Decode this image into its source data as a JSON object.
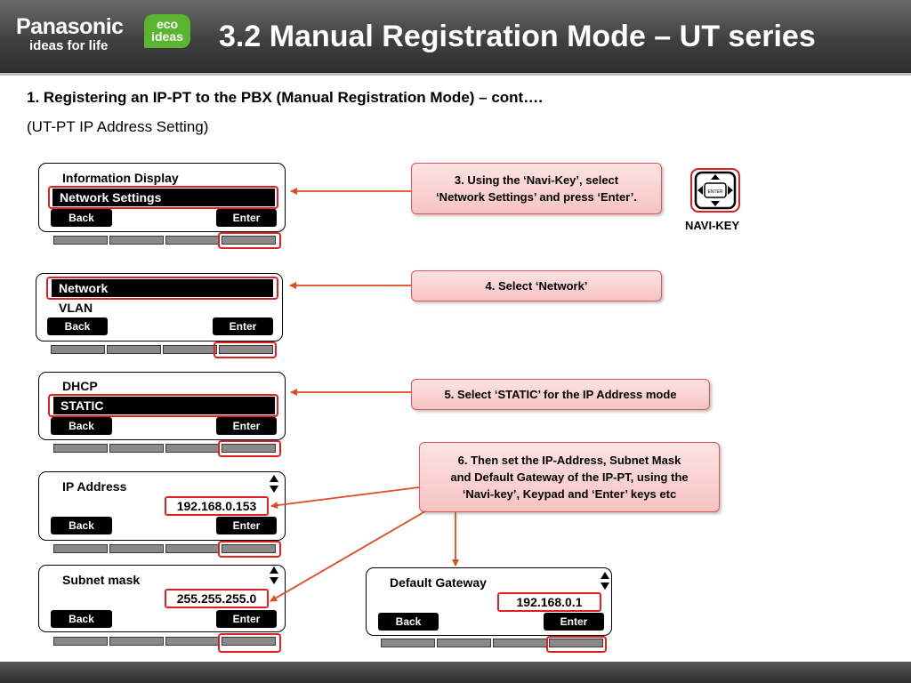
{
  "header": {
    "brand": "Panasonic",
    "tagline": "ideas for life",
    "eco_line1": "eco",
    "eco_line2": "ideas",
    "title": "3.2 Manual Registration Mode – UT series"
  },
  "subtitle": "1. Registering an IP-PT to the PBX (Manual Registration Mode) – cont….",
  "subsubtitle": "(UT-PT IP Address Setting)",
  "screens": {
    "info": {
      "line1": "Information Display",
      "selected": "Network Settings",
      "back": "Back",
      "enter": "Enter"
    },
    "network": {
      "selected": "Network",
      "line2": "VLAN",
      "back": "Back",
      "enter": "Enter"
    },
    "dhcp": {
      "line1": "DHCP",
      "selected": "STATIC",
      "back": "Back",
      "enter": "Enter"
    },
    "ip": {
      "label": "IP Address",
      "value": "192.168.0.153",
      "back": "Back",
      "enter": "Enter"
    },
    "subnet": {
      "label": "Subnet mask",
      "value": "255.255.255.0",
      "back": "Back",
      "enter": "Enter"
    },
    "gateway": {
      "label": "Default Gateway",
      "value": "192.168.0.1",
      "back": "Back",
      "enter": "Enter"
    }
  },
  "callouts": {
    "step3_line1": "3. Using the ‘Navi-Key’, select",
    "step3_line2": "‘Network Settings’ and press ‘Enter’.",
    "step4": "4. Select ‘Network’",
    "step5": "5. Select ‘STATIC’ for the IP Address mode",
    "step6_line1": "6. Then set the IP-Address, Subnet Mask",
    "step6_line2": "and Default Gateway of the IP-PT, using the",
    "step6_line3": "‘Navi-key’, Keypad and ‘Enter’ keys etc"
  },
  "navi_key": {
    "inner_text": "ENTER",
    "label": "NAVI-KEY"
  },
  "colors": {
    "highlight_red": "#e02020",
    "callout_fill": "#f8c3c3",
    "eco_green": "#5cb531"
  }
}
